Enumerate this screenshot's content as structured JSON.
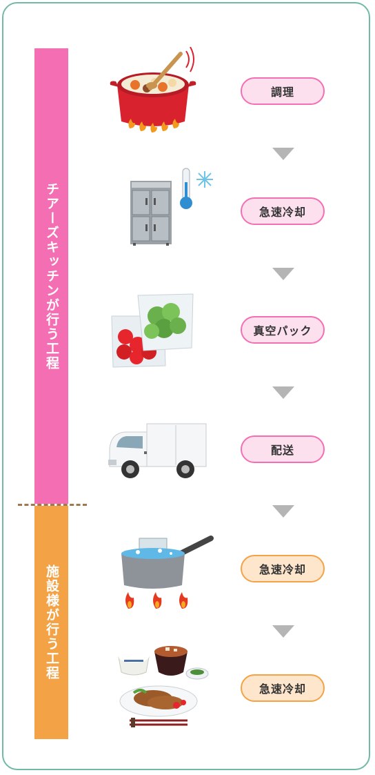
{
  "sections": {
    "kitchen_label": "チアーズキッチンが行う工程",
    "facility_label": "施設様が行う工程"
  },
  "steps": [
    {
      "label": "調理",
      "icon": "cooking-pot-icon",
      "group": "kitchen"
    },
    {
      "label": "急速冷却",
      "icon": "refrigerator-icon",
      "group": "kitchen"
    },
    {
      "label": "真空パック",
      "icon": "vacuum-pack-icon",
      "group": "kitchen"
    },
    {
      "label": "配送",
      "icon": "delivery-truck-icon",
      "group": "kitchen"
    },
    {
      "label": "急速冷却",
      "icon": "boiling-pan-icon",
      "group": "facility"
    },
    {
      "label": "急速冷却",
      "icon": "meal-set-icon",
      "group": "facility"
    }
  ],
  "colors": {
    "kitchen": "#f46eb3",
    "facility": "#f3a246",
    "frame": "#6fb9a6",
    "arrow": "#b5b5b5"
  }
}
